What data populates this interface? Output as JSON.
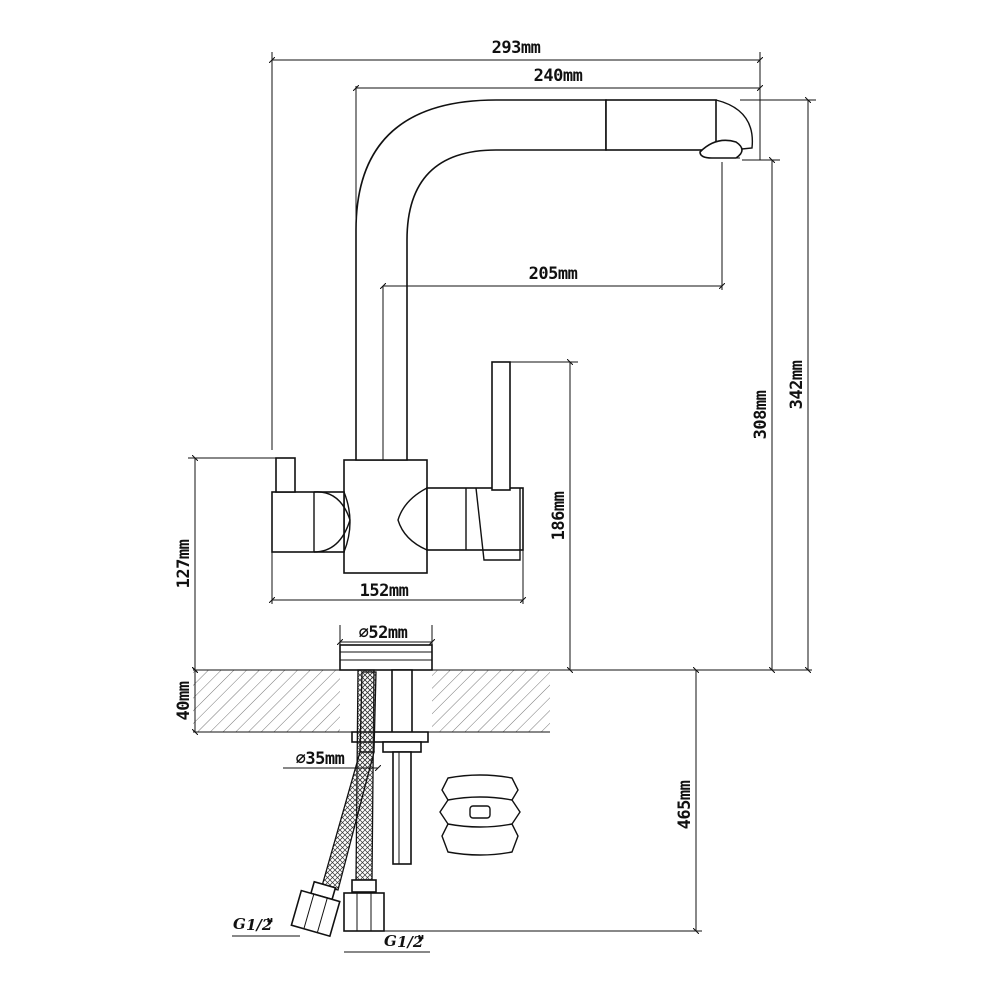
{
  "dimensions": {
    "total_width": "293mm",
    "spout_reach_outer": "240mm",
    "spout_reach_inner": "205mm",
    "height_spout_outlet": "308mm",
    "total_height": "342mm",
    "handle_height": "186mm",
    "body_height": "127mm",
    "body_width": "152mm",
    "base_diameter": "⌀52mm",
    "countertop_thickness": "40mm",
    "mounting_hole": "⌀35mm",
    "hose_length": "465mm"
  },
  "threads": {
    "left_base": "G",
    "left_fraction": "1/2",
    "left_mark": "\"",
    "right_base": "G",
    "right_fraction": "1/2",
    "right_mark": "\""
  }
}
